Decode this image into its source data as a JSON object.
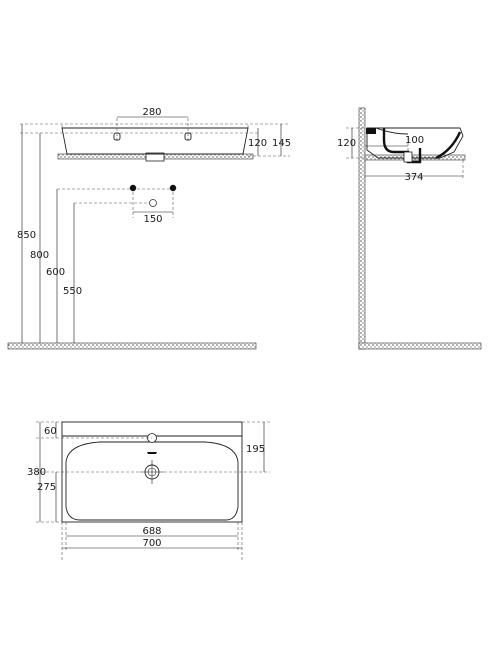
{
  "front_view": {
    "dims": {
      "tap_holes_spacing": "280",
      "basin_height": "120",
      "overall_height": "145",
      "total_height": "850",
      "rim_height": "800",
      "valves_height": "600",
      "drain_height": "550",
      "valves_spacing": "150"
    }
  },
  "side_view": {
    "dims": {
      "basin_height": "120",
      "drain_offset": "100",
      "depth": "374"
    }
  },
  "top_view": {
    "dims": {
      "hole_offset": "60",
      "depth": "380",
      "bowl_depth": "275",
      "drain_position": "195",
      "inner_width": "688",
      "overall_width": "700"
    }
  },
  "icons": [
    "wall-hatch",
    "floor-hatch",
    "drain-icon",
    "tap-hole-icon"
  ]
}
